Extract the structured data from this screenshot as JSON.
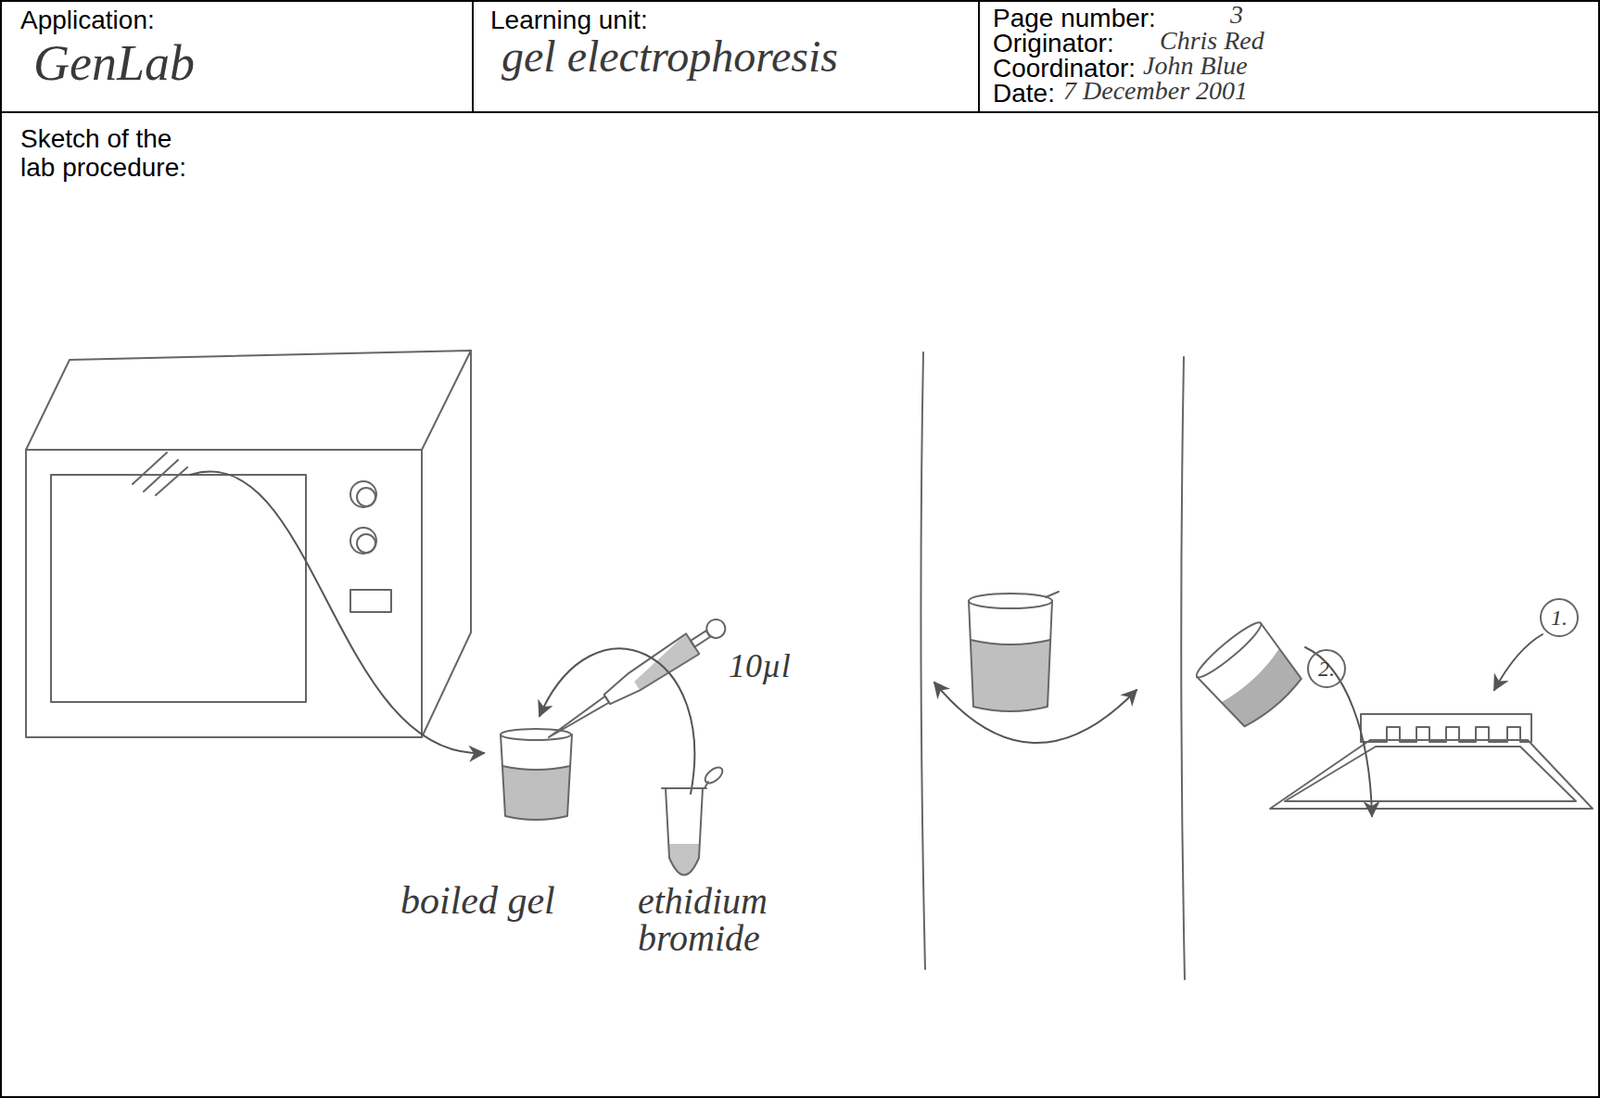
{
  "diagram": {
    "nodes": [
      {
        "text": [
          "Application:",
          "GenLab"
        ]
      },
      {
        "text": [
          "Learning unit:",
          "gel electrophoresis"
        ]
      },
      {
        "text": [
          "Page number:",
          "3",
          "Originator:",
          "Chris Red",
          "Coordinator:",
          "John Blue",
          "Date:",
          "7 December 2001"
        ]
      },
      {
        "text": [
          "Sketch of the lab procedure:"
        ]
      },
      {
        "text": [
          "1."
        ],
        "in": 3
      },
      {
        "text": [
          "2."
        ],
        "in": 3
      }
    ],
    "labels": [
      "10µl",
      "boiled gel",
      "ethidium bromide"
    ]
  }
}
